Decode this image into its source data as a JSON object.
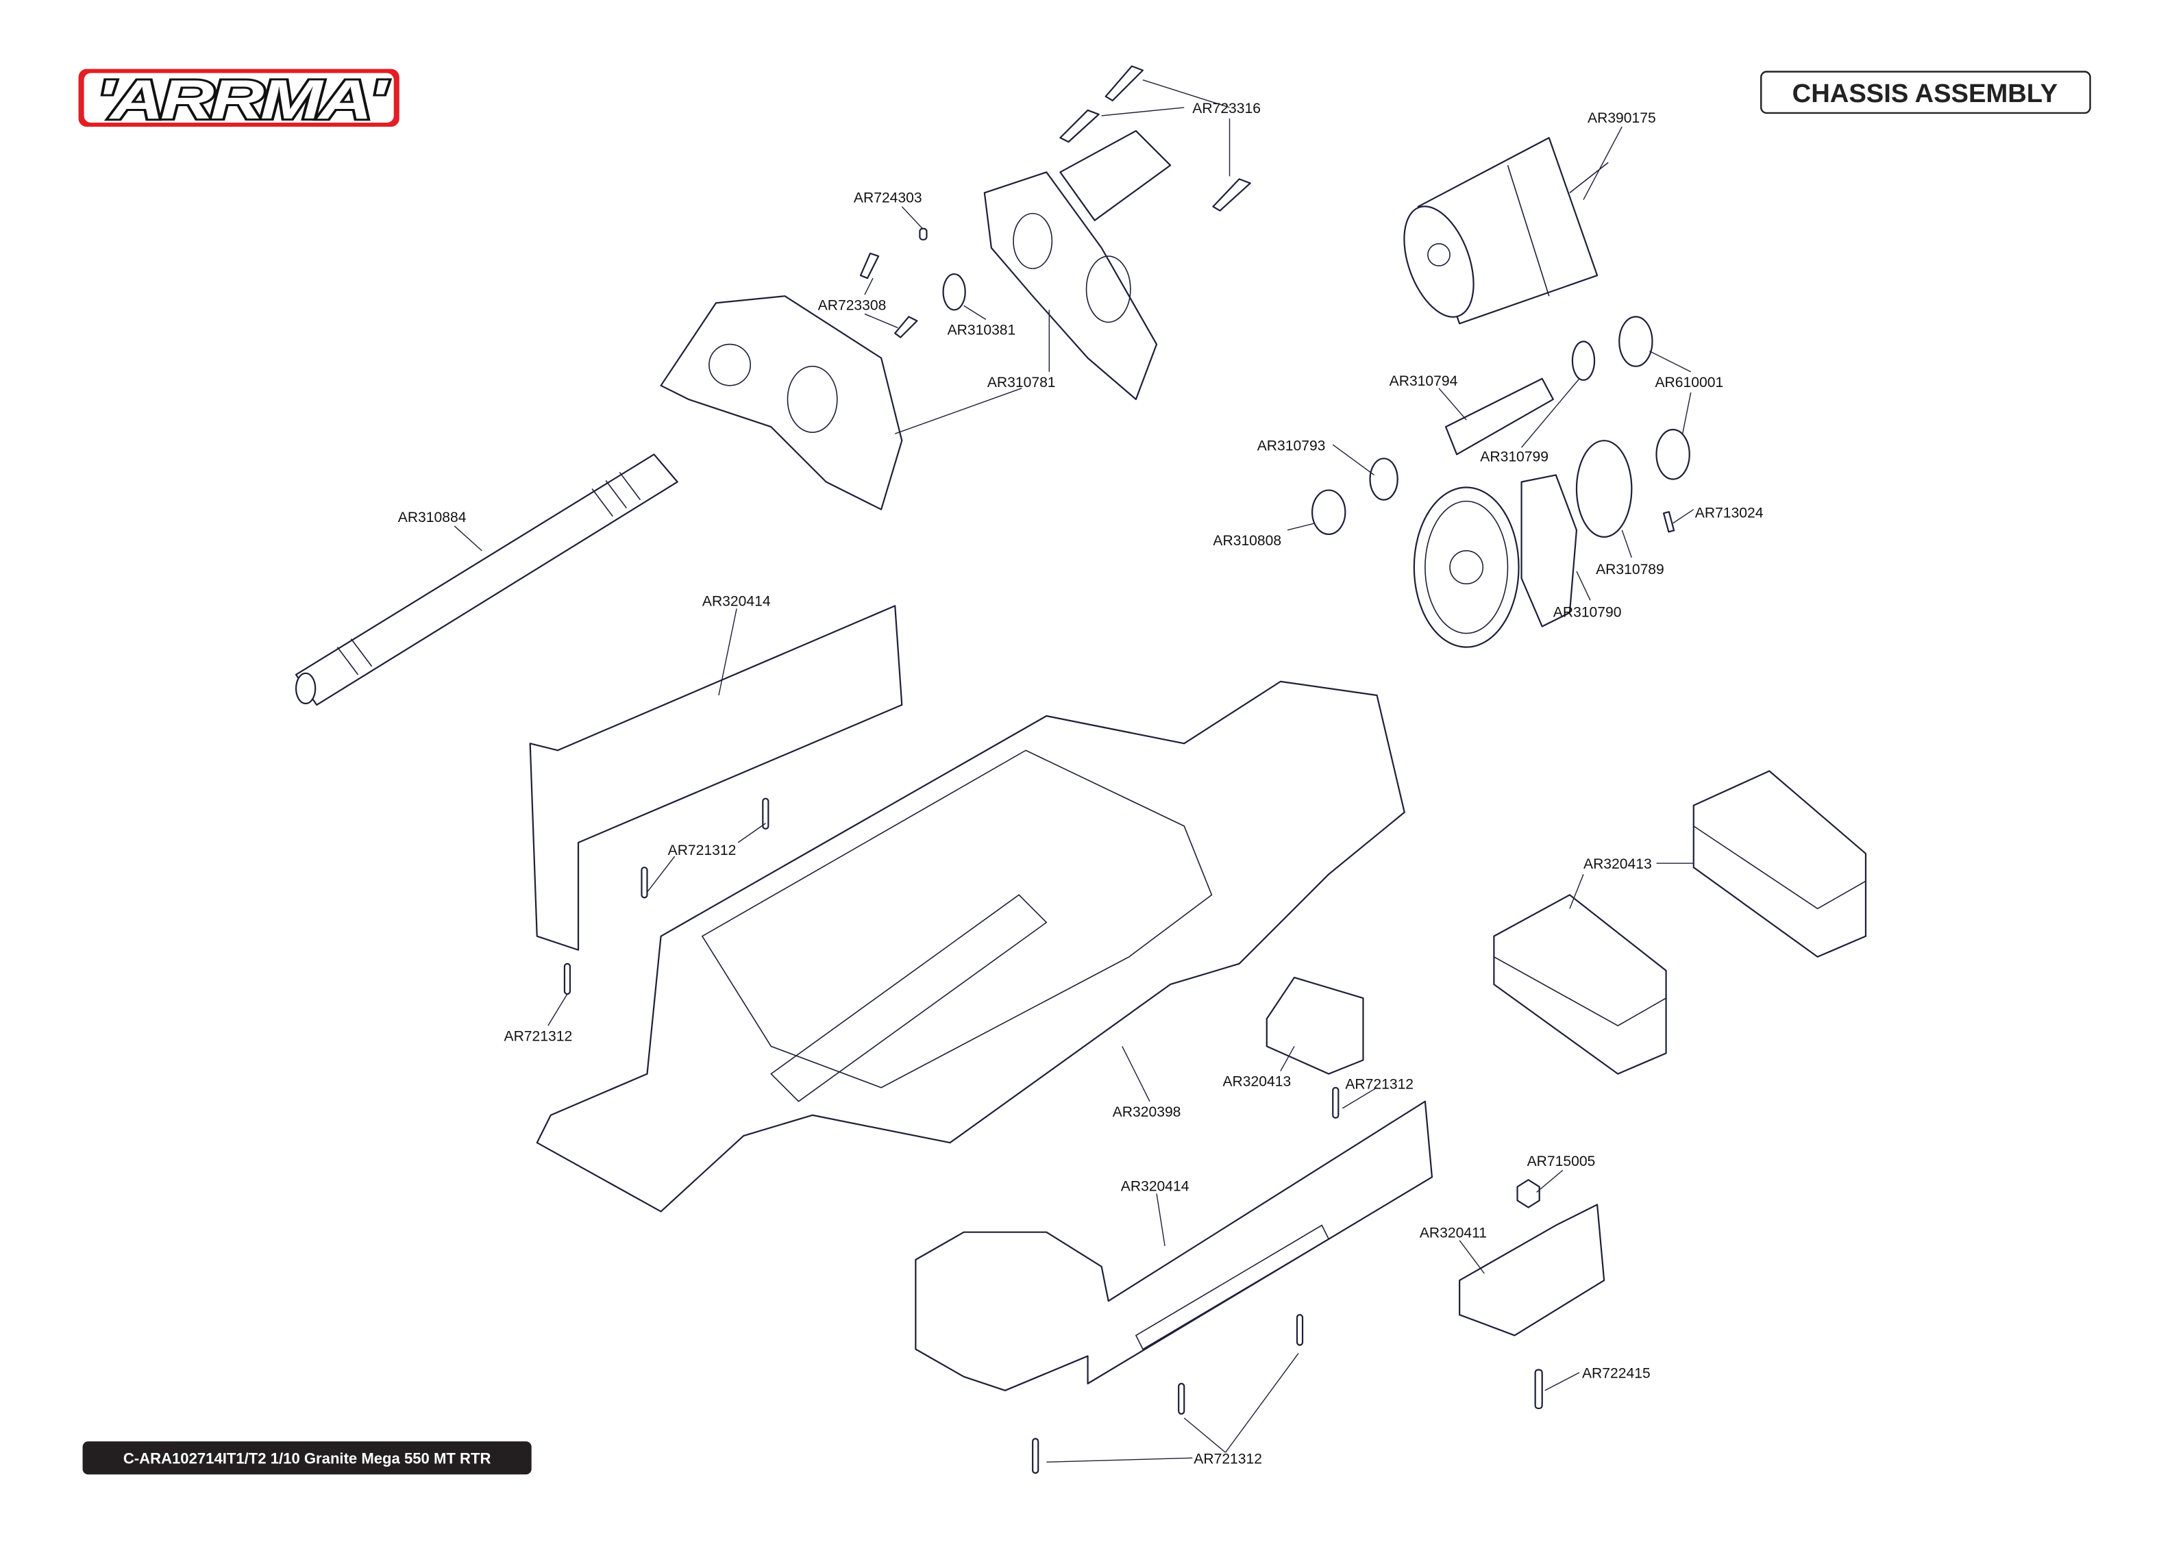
{
  "header": {
    "logo_text": "ARRMA",
    "title": "CHASSIS ASSEMBLY"
  },
  "footer": {
    "model": "C-ARA102714IT1/T2 1/10 Granite Mega 550 MT RTR"
  },
  "colors": {
    "logo_red": "#e31e24",
    "line": "#1f1f3a",
    "footer_bg": "#231f20"
  },
  "parts": [
    {
      "id": "AR723316"
    },
    {
      "id": "AR390175"
    },
    {
      "id": "AR724303"
    },
    {
      "id": "AR723308"
    },
    {
      "id": "AR310381"
    },
    {
      "id": "AR310781"
    },
    {
      "id": "AR310794"
    },
    {
      "id": "AR610001"
    },
    {
      "id": "AR310793"
    },
    {
      "id": "AR310799"
    },
    {
      "id": "AR310884"
    },
    {
      "id": "AR713024"
    },
    {
      "id": "AR310808"
    },
    {
      "id": "AR310789"
    },
    {
      "id": "AR310790"
    },
    {
      "id": "AR320414"
    },
    {
      "id": "AR721312"
    },
    {
      "id": "AR320413"
    },
    {
      "id": "AR721312"
    },
    {
      "id": "AR320413"
    },
    {
      "id": "AR721312"
    },
    {
      "id": "AR320398"
    },
    {
      "id": "AR715005"
    },
    {
      "id": "AR320414"
    },
    {
      "id": "AR320411"
    },
    {
      "id": "AR722415"
    },
    {
      "id": "AR721312"
    }
  ]
}
